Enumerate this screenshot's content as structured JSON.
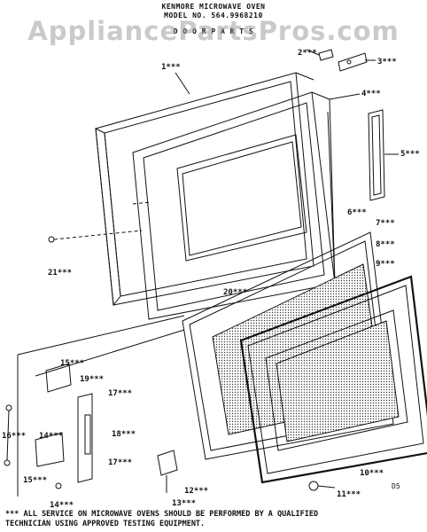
{
  "header": {
    "line1": "KENMORE MICROWAVE OVEN",
    "line2": "MODEL NO. 564.9968210",
    "line3": "D O O R  P A R T S"
  },
  "watermark": "AppliancePartsPros.com",
  "callouts": [
    "1***",
    "2***",
    "3***",
    "4***",
    "5***",
    "6***",
    "7***",
    "8***",
    "9***",
    "10***",
    "11***",
    "12***",
    "13***",
    "14***",
    "14***",
    "15***",
    "15***",
    "16***",
    "17***",
    "17***",
    "18***",
    "19***",
    "20***",
    "21***"
  ],
  "figure_code": "D5",
  "footer": {
    "line1": "*** ALL SERVICE ON MICROWAVE OVENS SHOULD BE PERFORMED BY A QUALIFIED",
    "line2": "TECHNICIAN USING APPROVED TESTING EQUIPMENT."
  }
}
